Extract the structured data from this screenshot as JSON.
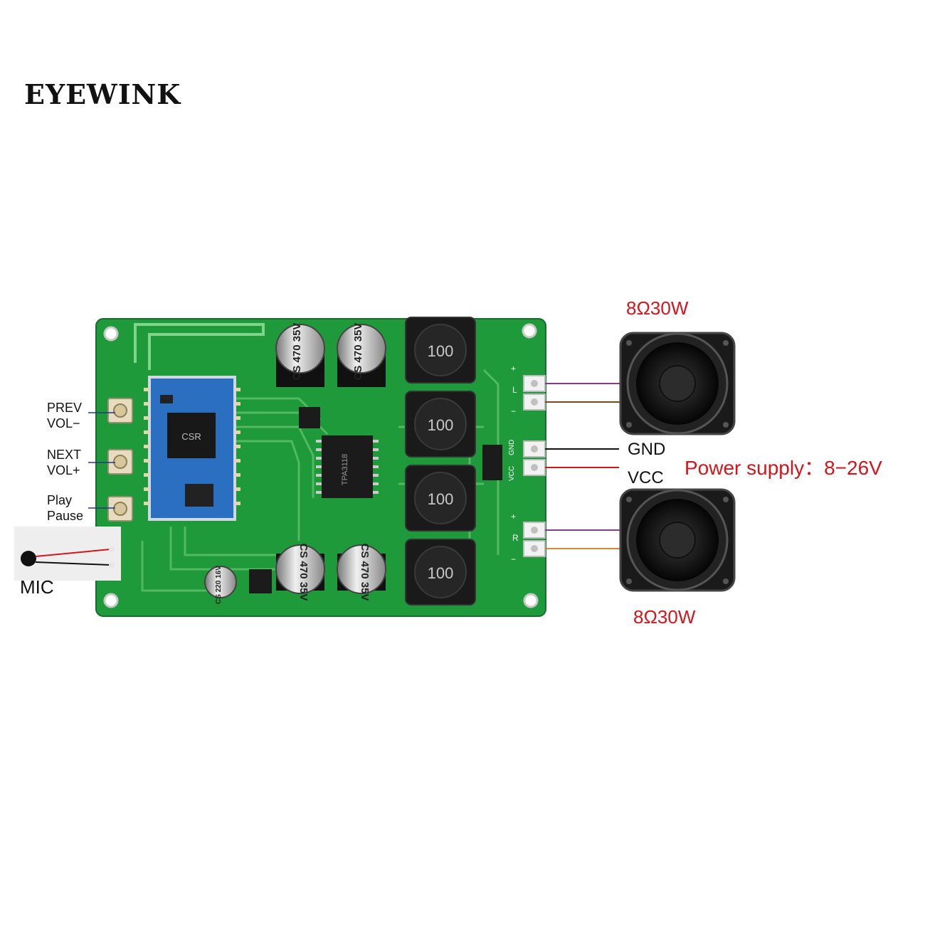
{
  "brand": "EYEWINK",
  "buttons": [
    {
      "line1": "PREV",
      "line2": "VOL−"
    },
    {
      "line1": "NEXT",
      "line2": "VOL+"
    },
    {
      "line1": "Play",
      "line2": "Pause"
    }
  ],
  "mic_label": "MIC",
  "speaker_top_rating": "8Ω30W",
  "speaker_bottom_rating": "8Ω30W",
  "gnd_label": "GND",
  "vcc_label": "VCC",
  "power_supply": "Power supply：8−26V",
  "board": {
    "capacitor_large": {
      "brand": "CS",
      "value": "470",
      "voltage": "35V"
    },
    "capacitor_small": {
      "brand": "CS",
      "value": "220",
      "voltage": "16V"
    },
    "inductor_value": "100",
    "module_chip": "CSR",
    "amp_chip": "TPA3118",
    "term_plus": "+",
    "term_minus": "−",
    "term_gnd": "GND",
    "term_vcc": "VCC",
    "term_l": "L",
    "term_r": "R"
  },
  "colors": {
    "board": "#1f9a3a",
    "label_red": "#d4151b",
    "wire_purple": "#8a3a8a",
    "wire_brown": "#7a4a1a",
    "wire_orange": "#d08a2a"
  }
}
